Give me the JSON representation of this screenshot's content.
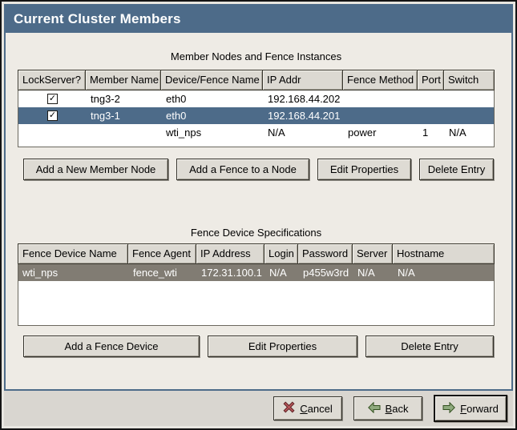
{
  "window": {
    "title": "Current Cluster Members"
  },
  "icons": {
    "check": "✓"
  },
  "colors": {
    "accent_blue": "#4d6b89",
    "inactive_selection_gray": "#817c73",
    "content_bg": "#eeebe5",
    "footer_bg": "#d9d6d0",
    "cancel_red": "#b5565a",
    "arrow_green": "#8faa7e"
  },
  "members_section": {
    "caption": "Member Nodes and Fence Instances",
    "columns": [
      "LockServer?",
      "Member Name",
      "Device/Fence Name",
      "IP Addr",
      "Fence Method",
      "Port",
      "Switch"
    ],
    "rows": [
      {
        "lockserver": "checked",
        "member_name": "tng3-2",
        "device_fence_name": "eth0",
        "ip_addr": "192.168.44.202",
        "fence_method": "",
        "port": "",
        "switch": ""
      },
      {
        "lockserver": "checked",
        "member_name": "tng3-1",
        "device_fence_name": "eth0",
        "ip_addr": "192.168.44.201",
        "fence_method": "",
        "port": "",
        "switch": ""
      },
      {
        "lockserver": "",
        "member_name": "",
        "device_fence_name": "wti_nps",
        "ip_addr": "N/A",
        "fence_method": "power",
        "port": "1",
        "switch": "N/A"
      }
    ],
    "buttons": [
      "Add a New Member Node",
      "Add a Fence to a Node",
      "Edit Properties",
      "Delete Entry"
    ]
  },
  "fence_section": {
    "caption": "Fence Device Specifications",
    "columns": [
      "Fence Device Name",
      "Fence Agent",
      "IP Address",
      "Login",
      "Password",
      "Server",
      "Hostname"
    ],
    "rows": [
      {
        "fence_device_name": "wti_nps",
        "fence_agent": "fence_wti",
        "ip_address": "172.31.100.1",
        "login": "N/A",
        "password": "p455w3rd",
        "server": "N/A",
        "hostname": "N/A"
      }
    ],
    "buttons": [
      "Add a Fence Device",
      "Edit Properties",
      "Delete Entry"
    ]
  },
  "footer": {
    "cancel_label": "Cancel",
    "back_label": "Back",
    "forward_label": "Forward"
  }
}
